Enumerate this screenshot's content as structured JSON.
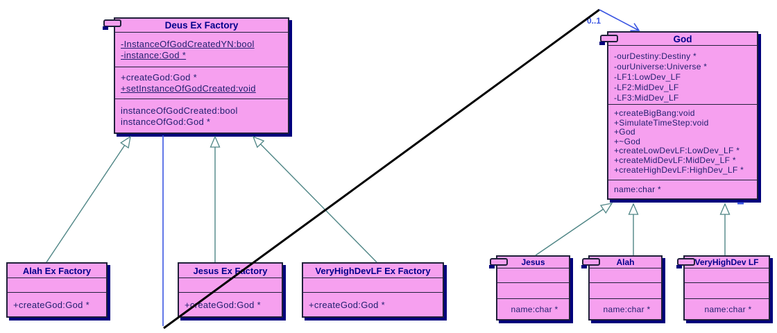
{
  "colors": {
    "class_fill": "#f6a0ef",
    "class_shadow": "#00007c",
    "title_text": "#00008b",
    "member_text": "#1e1e6e",
    "generalization_line": "#4e8585",
    "association_line": "#3a55e2",
    "crossing_line": "#000000",
    "background": "#ffffff"
  },
  "association": {
    "multiplicity_label": "0..1"
  },
  "classes": {
    "deus_ex_factory": {
      "title": "Deus Ex Factory",
      "attributes": [
        "-InstanceOfGodCreatedYN:bool",
        "-instance:God *"
      ],
      "methods": [
        "+createGod:God *",
        "+setInstanceOfGodCreated:void"
      ],
      "properties": [
        "instanceOfGodCreated:bool",
        "instanceOfGod:God *"
      ]
    },
    "god": {
      "title": "God",
      "attributes": [
        "-ourDestiny:Destiny *",
        "-ourUniverse:Universe *",
        "-LF1:LowDev_LF",
        "-LF2:MidDev_LF",
        "-LF3:MidDev_LF"
      ],
      "methods": [
        "+createBigBang:void",
        "+SimulateTimeStep:void",
        "+God",
        "+~God",
        "+createLowDevLF:LowDev_LF *",
        "+createMidDevLF:MidDev_LF *",
        "+createHighDevLF:HighDev_LF *"
      ],
      "properties": [
        "name:char *"
      ]
    },
    "alah_ex_factory": {
      "title": "Alah Ex Factory",
      "methods": [
        "+createGod:God *"
      ]
    },
    "jesus_ex_factory": {
      "title": "Jesus Ex Factory",
      "methods": [
        "+createGod:God *"
      ]
    },
    "veryhighdevlf_ex_factory": {
      "title": "VeryHighDevLF Ex Factory",
      "methods": [
        "+createGod:God *"
      ]
    },
    "jesus": {
      "title": "Jesus",
      "properties": [
        "name:char *"
      ]
    },
    "alah": {
      "title": "Alah",
      "properties": [
        "name:char *"
      ]
    },
    "veryhighdev_lf": {
      "title": "VeryHighDev LF",
      "properties": [
        "name:char *"
      ]
    }
  }
}
